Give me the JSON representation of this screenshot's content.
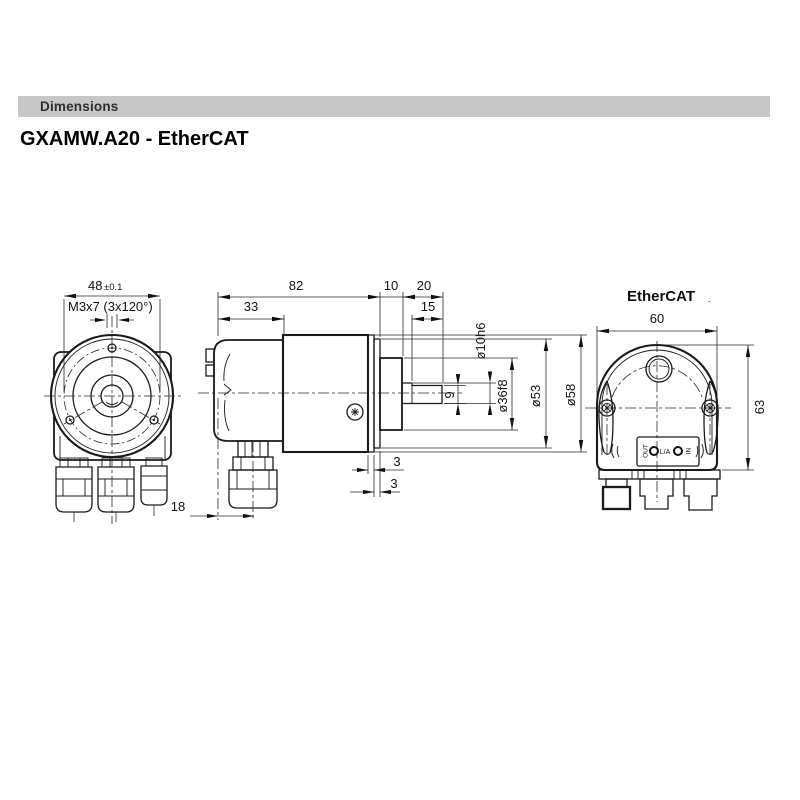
{
  "section_bar": {
    "label": "Dimensions"
  },
  "page": {
    "title": "GXAMW.A20 - EtherCAT"
  },
  "front_view": {
    "dim_bolt_circle": "48",
    "dim_bolt_circle_tolerance": "±0.1",
    "screw_spec": "M3x7 (3x120°)"
  },
  "side_view": {
    "dim_total_length": "82",
    "dim_cap_length": "33",
    "dim_collar_length": "10",
    "dim_shaft_length": "20",
    "dim_shaft_flat_length": "15",
    "dim_shaft_diameter": "ø10h6",
    "dim_shaft_flat": "9",
    "dim_collar_diameter": "ø36f8",
    "dim_step_diameter": "ø53",
    "dim_body_diameter": "ø58",
    "dim_ring_1": "3",
    "dim_ring_2": "3",
    "dim_gland_offset": "18"
  },
  "rear_view": {
    "label": "EtherCAT",
    "label_mark": ".",
    "dim_width": "60",
    "dim_height": "63",
    "plate": {
      "out": "OUT",
      "la": "L/A",
      "in": "IN"
    }
  }
}
